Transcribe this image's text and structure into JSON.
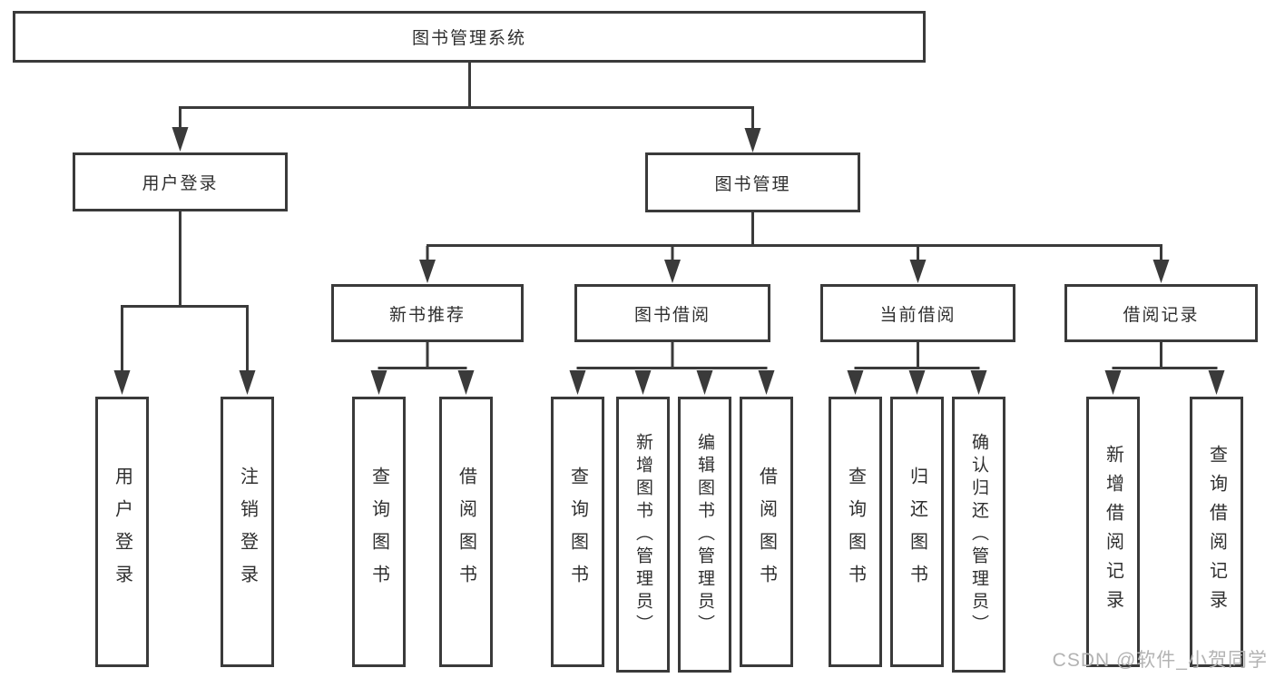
{
  "diagram": {
    "root": {
      "label": "图书管理系统"
    },
    "level2": [
      {
        "id": "user-login",
        "label": "用户登录"
      },
      {
        "id": "book-management",
        "label": "图书管理"
      }
    ],
    "level3": [
      {
        "id": "new-book-recommend",
        "label": "新书推荐"
      },
      {
        "id": "book-borrow",
        "label": "图书借阅"
      },
      {
        "id": "current-borrow",
        "label": "当前借阅"
      },
      {
        "id": "borrow-records",
        "label": "借阅记录"
      }
    ],
    "level4": {
      "user_login": [
        {
          "label": "用户登录"
        },
        {
          "label": "注销登录"
        }
      ],
      "new_book_recommend": [
        {
          "label": "查询图书"
        },
        {
          "label": "借阅图书"
        }
      ],
      "book_borrow": [
        {
          "label": "查询图书"
        },
        {
          "label": "新增图书（管理员）"
        },
        {
          "label": "编辑图书（管理员）"
        },
        {
          "label": "借阅图书"
        }
      ],
      "current_borrow": [
        {
          "label": "查询图书"
        },
        {
          "label": "归还图书"
        },
        {
          "label": "确认归还（管理员）"
        }
      ],
      "borrow_records": [
        {
          "label": "新增借阅记录"
        },
        {
          "label": "查询借阅记录"
        }
      ]
    }
  },
  "watermark": {
    "text": "CSDN @软件_小贺同学"
  },
  "colors": {
    "line": "#3a3a3a",
    "box-bg": "#ffffff",
    "text": "#2f2f2f",
    "watermark": "#b3b3b3",
    "bg": "#ffffff"
  }
}
